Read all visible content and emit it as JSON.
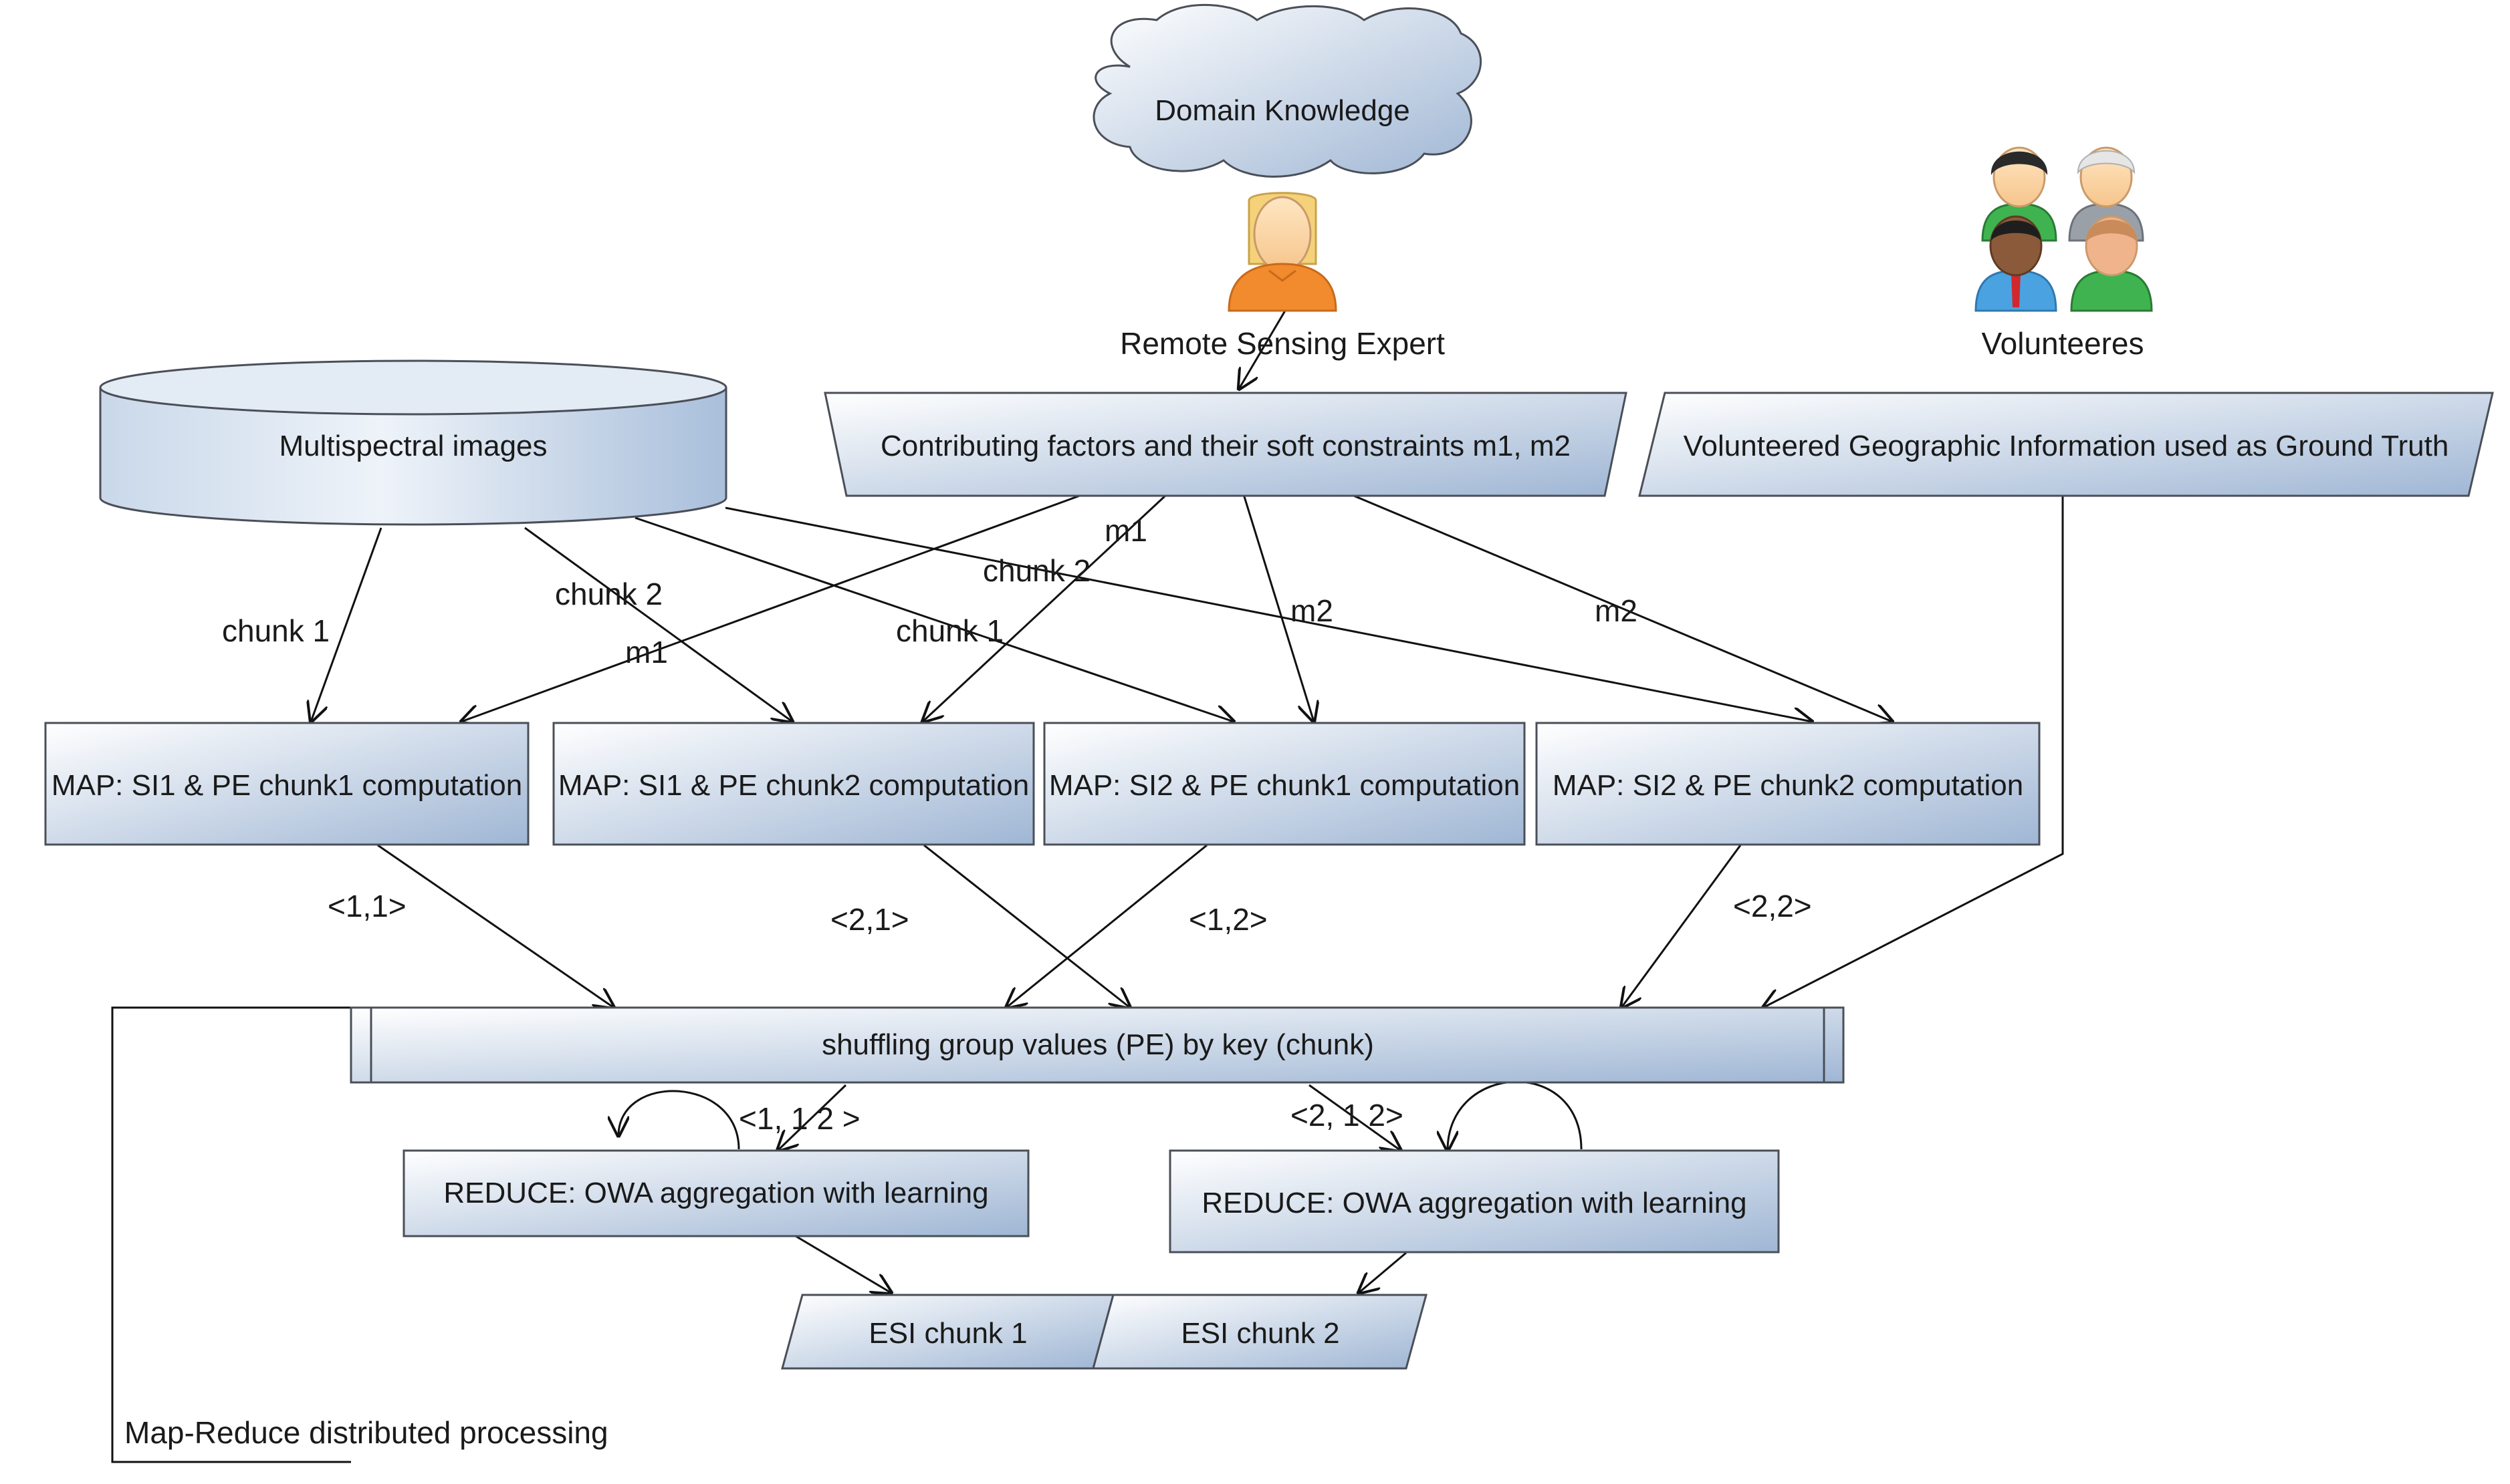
{
  "nodes": {
    "domain_knowledge": "Domain  Knowledge",
    "remote_sensing_expert": "Remote Sensing Expert",
    "volunteers": "Volunteeres",
    "multispectral_images": "Multispectral images",
    "contributing_factors": "Contributing factors and their soft constraints m1, m2",
    "vgi": "Volunteered Geographic Information used as Ground Truth",
    "map1": "MAP: SI1 & PE chunk1 computation",
    "map2": "MAP: SI1 & PE chunk2 computation",
    "map3": "MAP: SI2 & PE chunk1 computation",
    "map4": "MAP: SI2 & PE chunk2 computation",
    "shuffle": "shuffling group values (PE) by key (chunk)",
    "reduce1": "REDUCE: OWA aggregation with learning",
    "reduce2": "REDUCE: OWA aggregation with learning",
    "esi1": "ESI chunk 1",
    "esi2": "ESI chunk 2",
    "frame_label": "Map-Reduce distributed processing"
  },
  "edge_labels": {
    "chunk1_a": "chunk 1",
    "chunk2_a": "chunk 2",
    "chunk1_b": "chunk 1",
    "chunk2_b": "chunk 2",
    "m1_a": "m1",
    "m1_b": "m1",
    "m2_a": "m2",
    "m2_b": "m2",
    "k11": "<1,1>",
    "k21": "<2,1>",
    "k12": "<1,2>",
    "k22": "<2,2>",
    "r1": "<1, 1 2 >",
    "r2": "<2, 1 2>"
  },
  "colors": {
    "box_fill_light": "#ffffff",
    "box_fill_dark": "#9fb6d4",
    "stroke": "#4a4f58",
    "edge": "#111111"
  },
  "icons": {
    "expert": "woman-expert-icon",
    "volunteers": "people-group-icon"
  }
}
